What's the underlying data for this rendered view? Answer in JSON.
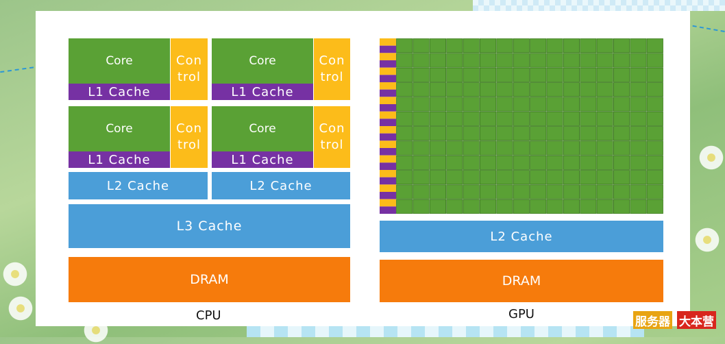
{
  "cpu": {
    "label": "CPU",
    "core_groups": [
      {
        "core": "Core",
        "control": "Con\ntrol",
        "l1": "L1 Cache"
      },
      {
        "core": "Core",
        "control": "Con\ntrol",
        "l1": "L1 Cache"
      },
      {
        "core": "Core",
        "control": "Con\ntrol",
        "l1": "L1 Cache"
      },
      {
        "core": "Core",
        "control": "Con\ntrol",
        "l1": "L1 Cache"
      }
    ],
    "l2": [
      "L2 Cache",
      "L2 Cache"
    ],
    "l3": "L3 Cache",
    "dram": "DRAM"
  },
  "gpu": {
    "label": "GPU",
    "grid_rows": 12,
    "grid_cols": 16,
    "l2": "L2 Cache",
    "dram": "DRAM"
  },
  "brand": {
    "part1": "服务器",
    "part2": "大本营"
  },
  "colors": {
    "core": "#5aa135",
    "control": "#fcbc1a",
    "l1": "#7631a3",
    "cache": "#4b9ed8",
    "dram": "#f67b0c"
  }
}
